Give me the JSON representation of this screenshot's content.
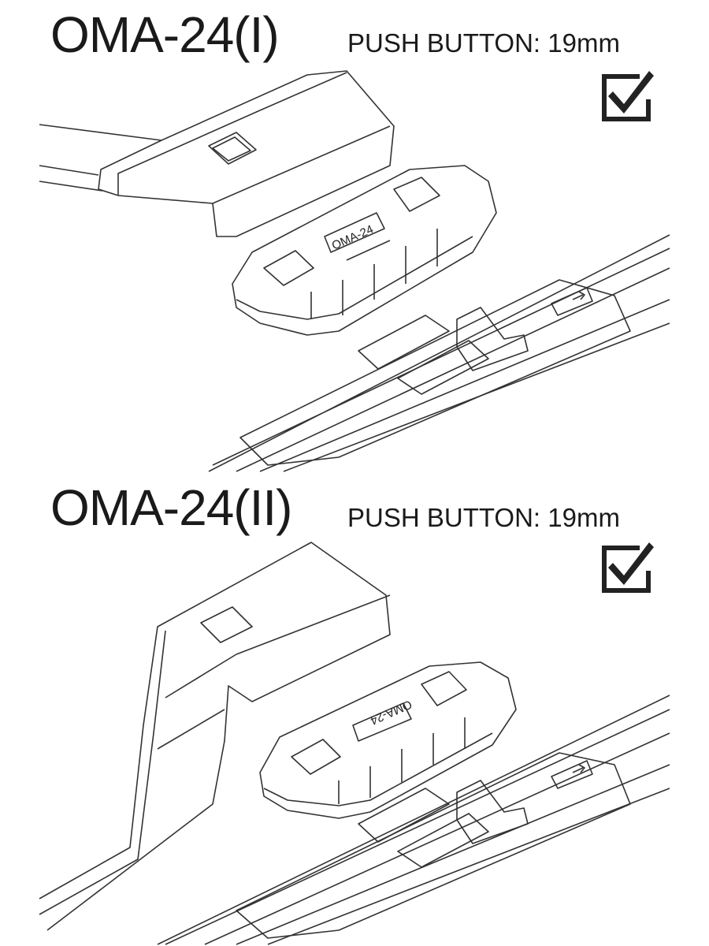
{
  "panels": [
    {
      "title": "OMA-24(I)",
      "push_button": "PUSH BUTTON: 19mm",
      "adapter_label": "OMA-24",
      "checked": true
    },
    {
      "title": "OMA-24(II)",
      "push_button": "PUSH BUTTON: 19mm",
      "adapter_label": "OMA-24",
      "checked": true
    }
  ]
}
